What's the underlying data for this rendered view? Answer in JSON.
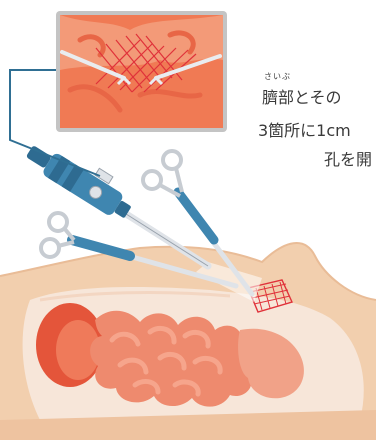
{
  "caption": {
    "furigana": "さいぶ",
    "line1": "臍部とその",
    "line2": "3箇所に1cm",
    "line3": "孔を開"
  },
  "colors": {
    "skin": "#f2cfae",
    "skin_shadow": "#e9bc97",
    "cavity": "#f7e6d9",
    "intestine": "#ee8a6e",
    "intestine_light": "#f6a58c",
    "organ": "#e4553a",
    "mesh": "#e0323a",
    "instrument": "#3f86b0",
    "instrument_dark": "#2e6b91",
    "steel": "#dfe3e8",
    "steel_edge": "#9aa3ad",
    "callout_line": "#2f6f93",
    "inset_frame": "#c4c4c4"
  },
  "icons": [
    "laparoscope-icon",
    "forceps-icon",
    "mesh-icon",
    "intestine-icon"
  ]
}
